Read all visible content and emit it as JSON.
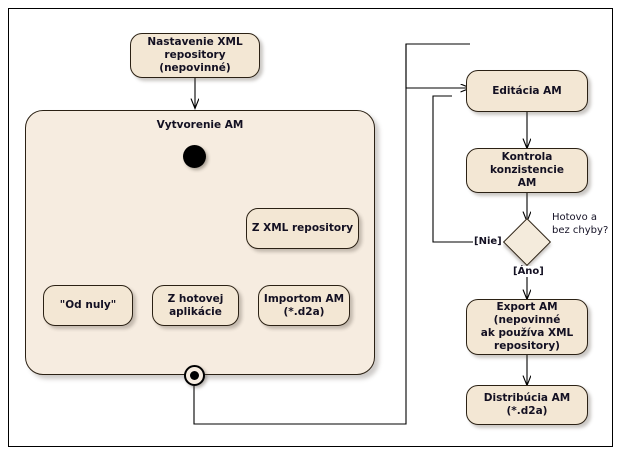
{
  "diagram": {
    "type": "uml-activity-diagram",
    "language": "sk",
    "colors": {
      "node_fill": "#f3e7d4",
      "composite_fill": "#f6ece0",
      "decision_fill": "#f4ebdc",
      "border": "#2b2114",
      "text": "#131022",
      "background": "#ffffff"
    }
  },
  "nodes": {
    "setup": {
      "label": "Nastavenie XML\nrepository (nepovinné)"
    },
    "composite_title": "Vytvorenie AM",
    "from_xml_repo": {
      "label": "Z XML repository"
    },
    "from_scratch": {
      "label": "\"Od nuly\""
    },
    "from_app": {
      "label": "Z hotovej\naplikácie"
    },
    "import_am": {
      "label": "Importom AM\n(*.d2a)"
    },
    "edit_am": {
      "label": "Editácia AM"
    },
    "consistency_check": {
      "label": "Kontrola konzistencie\nAM"
    },
    "export_am": {
      "label": "Export AM (nepovinné\nak používa XML\nrepository)"
    },
    "distribution": {
      "label": "Distribúcia AM (*.d2a)"
    }
  },
  "decision": {
    "question": "Hotovo a\nbez chyby?",
    "guard_no": "[Nie]",
    "guard_yes": "[Áno]"
  }
}
